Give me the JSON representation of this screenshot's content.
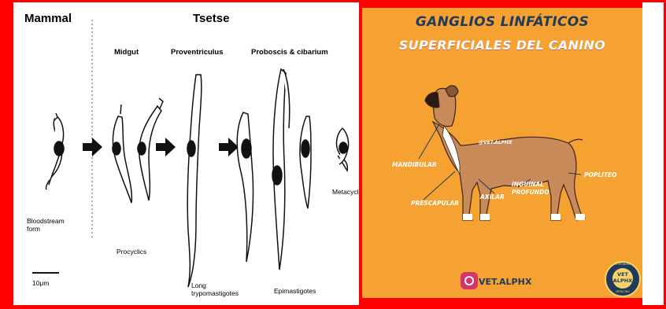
{
  "left_panel": {
    "mammal": "Mammal",
    "tsetse": "Tsetse",
    "midgut": "Midgut",
    "proventriculus": "Proventriculus",
    "proboscis": "Proboscis & cibarium",
    "bloodstream_l1": "Bloodstream",
    "bloodstream_l2": "form",
    "procyclics": "Procyclics",
    "long_l1": "Long",
    "long_l2": "trypomastigotes",
    "epimastigotes": "Epimastigotes",
    "metacyclic": "Metacyclic",
    "scale": "10μm"
  },
  "right_panel": {
    "title_line1": "GANGLIOS LINFÁTICOS",
    "title_line2": "SUPERFICIALES DEL CANINO",
    "watermark": "@VET.ALPHX",
    "nodes": {
      "mandibular": "MANDIBULAR",
      "prescapular": "PRESCAPULAR",
      "axilar": "AXILAR",
      "inguinal_l1": "INGUINAL",
      "inguinal_l2": "PROFUNDO",
      "popliteo": "POPLITEO"
    },
    "handle": "VET.ALPHX",
    "badge_l1": "VET",
    "badge_l2": "ALPHX",
    "badge_top": "VETERINARIA",
    "badge_bottom": "MEDICINA"
  },
  "colors": {
    "frame": "#ff0000",
    "orange": "#f5a233",
    "navy": "#1f3a5a",
    "dog_fawn": "#c98a5a"
  }
}
